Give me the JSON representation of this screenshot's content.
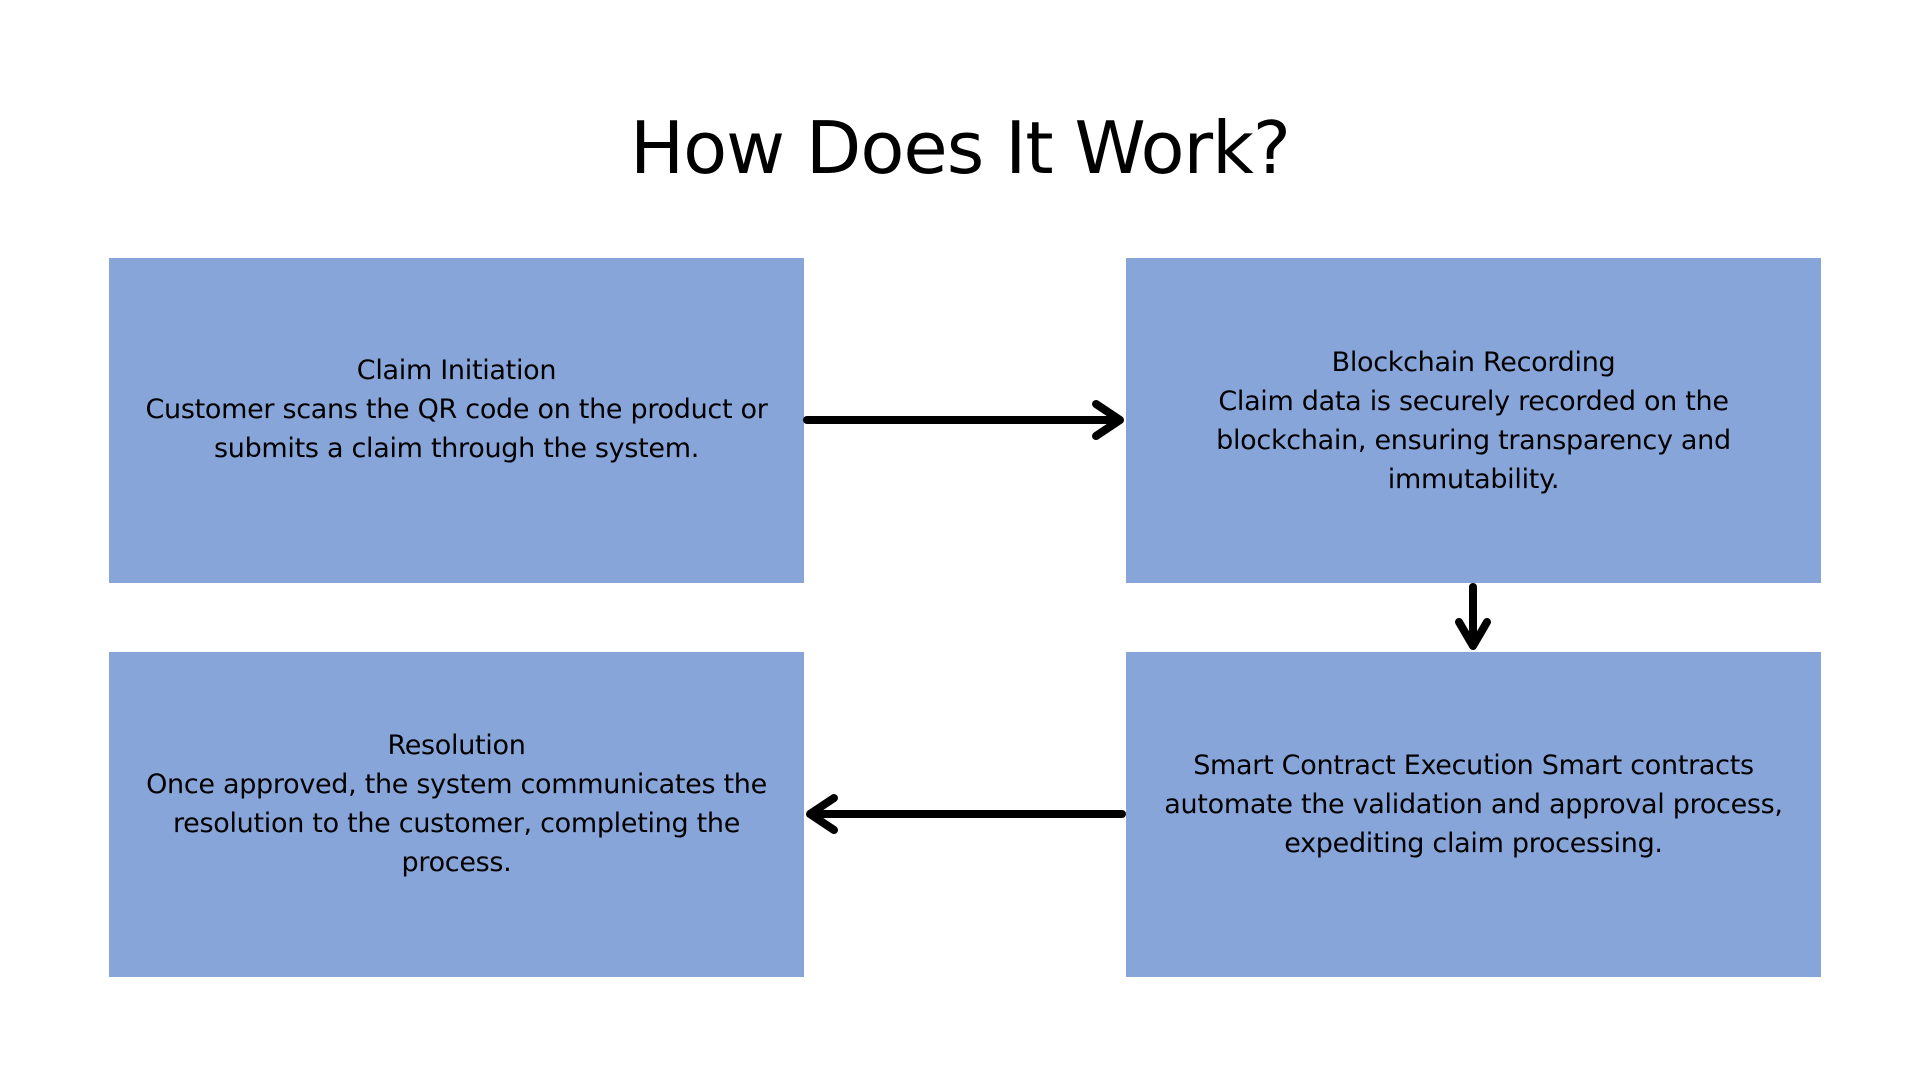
{
  "page": {
    "title": "How Does It Work?"
  },
  "steps": [
    {
      "heading": "Claim Initiation",
      "description": "Customer scans the QR code on the product or submits a claim through the system."
    },
    {
      "heading": "Blockchain Recording",
      "description": "Claim data is securely recorded on the blockchain, ensuring transparency and immutability."
    },
    {
      "heading": "Smart Contract Execution",
      "description": "Smart contracts automate the validation and approval process, expediting claim processing."
    },
    {
      "heading": "Resolution",
      "description": "Once approved, the system communicates the resolution to the customer, completing the process."
    }
  ],
  "flow": [
    {
      "from": "Claim Initiation",
      "to": "Blockchain Recording"
    },
    {
      "from": "Blockchain Recording",
      "to": "Smart Contract Execution"
    },
    {
      "from": "Smart Contract Execution",
      "to": "Resolution"
    }
  ],
  "colors": {
    "box_fill": "#87a5d9",
    "text": "#000000",
    "arrow": "#000000",
    "background": "#ffffff"
  }
}
